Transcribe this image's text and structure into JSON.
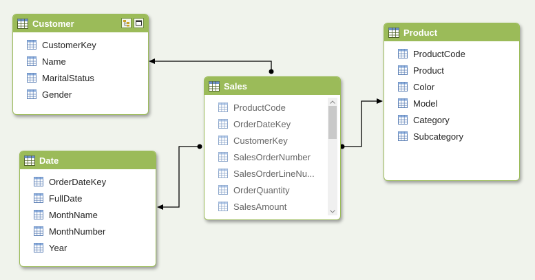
{
  "tables": {
    "customer": {
      "title": "Customer",
      "fields": [
        "CustomerKey",
        "Name",
        "MaritalStatus",
        "Gender"
      ]
    },
    "product": {
      "title": "Product",
      "fields": [
        "ProductCode",
        "Product",
        "Color",
        "Model",
        "Category",
        "Subcategory"
      ]
    },
    "sales": {
      "title": "Sales",
      "fields": [
        "ProductCode",
        "OrderDateKey",
        "CustomerKey",
        "SalesOrderNumber",
        "SalesOrderLineNu...",
        "OrderQuantity",
        "SalesAmount"
      ]
    },
    "date": {
      "title": "Date",
      "fields": [
        "OrderDateKey",
        "FullDate",
        "MonthName",
        "MonthNumber",
        "Year"
      ]
    }
  },
  "icons": {
    "table": "table-grid-icon",
    "field": "column-field-icon",
    "customer_header_buttons": [
      "hierarchy-icon",
      "restore-icon"
    ]
  },
  "colors": {
    "header": "#9bbb59",
    "border": "#9bbb59",
    "background": "#f0f3ec",
    "connector": "#000000"
  }
}
